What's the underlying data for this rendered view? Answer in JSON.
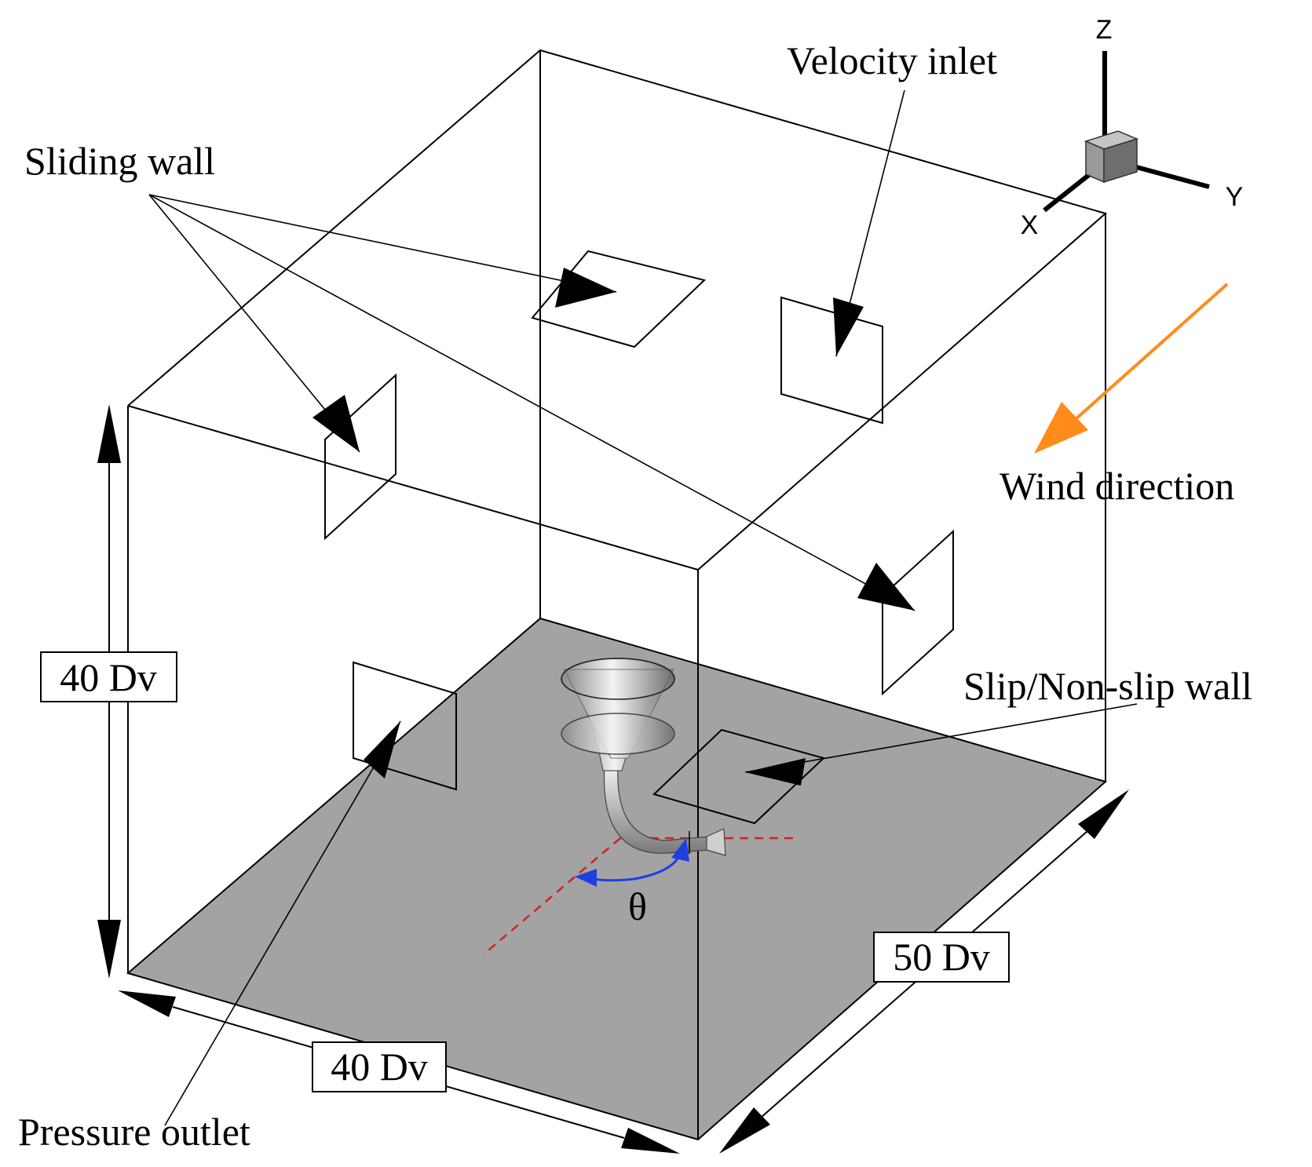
{
  "labels": {
    "velocity_inlet": "Velocity inlet",
    "sliding_wall": "Sliding wall",
    "wind_direction": "Wind direction",
    "slip_wall": "Slip/Non-slip wall",
    "pressure_outlet": "Pressure outlet",
    "theta": "θ"
  },
  "dimensions": {
    "height": "40 Dv",
    "width": "40 Dv",
    "depth": "50 Dv"
  },
  "axes": {
    "z": "Z",
    "y": "Y",
    "x": "X"
  },
  "colors": {
    "floor": "#a3a3a3",
    "wind_arrow": "#ff8c1a",
    "theta_arc": "#1f3fe0",
    "centerline": "#d42020",
    "cube": "#9a9a9a"
  }
}
